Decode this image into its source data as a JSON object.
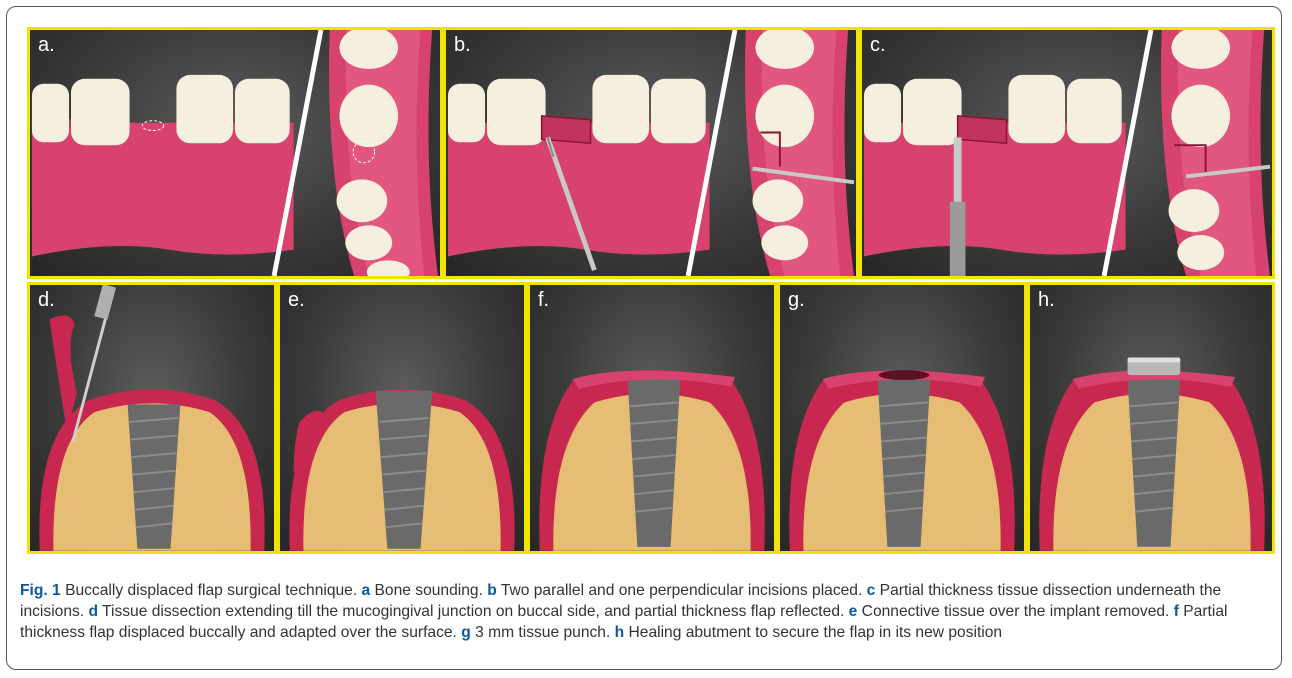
{
  "panels": [
    {
      "label": "a."
    },
    {
      "label": "b."
    },
    {
      "label": "c."
    },
    {
      "label": "d."
    },
    {
      "label": "e."
    },
    {
      "label": "f."
    },
    {
      "label": "g."
    },
    {
      "label": "h."
    }
  ],
  "caption": {
    "fig_label": "Fig. 1",
    "title": " Buccally displaced flap surgical technique. ",
    "items": [
      {
        "key": "a",
        "text": " Bone sounding. "
      },
      {
        "key": "b",
        "text": " Two parallel and one perpendicular incisions placed. "
      },
      {
        "key": "c",
        "text": " Partial thickness tissue dissection underneath the incisions. "
      },
      {
        "key": "d",
        "text": " Tissue dissection extending till the mucogingival junction on buccal side, and partial thickness flap reflected. "
      },
      {
        "key": "e",
        "text": " Connective tissue over the implant removed. "
      },
      {
        "key": "f",
        "text": " Partial thickness flap displaced buccally and adapted over the surface. "
      },
      {
        "key": "g",
        "text": " 3 mm tissue punch. "
      },
      {
        "key": "h",
        "text": " Healing abutment to secure the flap in its new position"
      }
    ]
  },
  "colors": {
    "panel_border": "#f0e400",
    "gum": "#d8426f",
    "gum_dark": "#b8294f",
    "tooth": "#f4efdf",
    "bone": "#e9c27a",
    "implant": "#6a6a6a",
    "caption_key": "#0a5a9c"
  }
}
